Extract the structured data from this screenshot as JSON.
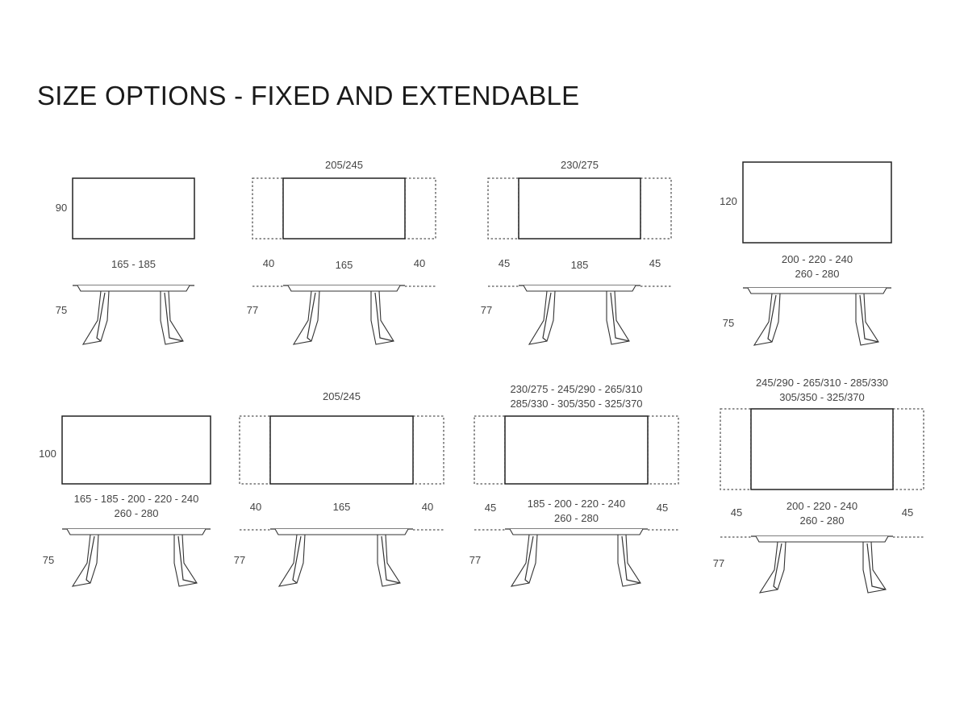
{
  "title": "SIZE OPTIONS - FIXED AND EXTENDABLE",
  "tables": [
    {
      "id": "t1",
      "kind": "fixed",
      "top_labels": [],
      "height": "90",
      "width_lines": [
        "165 - 185"
      ],
      "extensions": [],
      "leg_height": "75"
    },
    {
      "id": "t2",
      "kind": "extendable",
      "top_labels": [
        "205/245"
      ],
      "height": "",
      "width_lines": [
        "165"
      ],
      "extensions": [
        "40",
        "40"
      ],
      "leg_height": "77"
    },
    {
      "id": "t3",
      "kind": "extendable",
      "top_labels": [
        "230/275"
      ],
      "height": "",
      "width_lines": [
        "185"
      ],
      "extensions": [
        "45",
        "45"
      ],
      "leg_height": "77"
    },
    {
      "id": "t4",
      "kind": "fixed",
      "top_labels": [],
      "height": "120",
      "width_lines": [
        "200 - 220 - 240",
        "260 - 280"
      ],
      "extensions": [],
      "leg_height": "75"
    },
    {
      "id": "t5",
      "kind": "fixed",
      "top_labels": [],
      "height": "100",
      "width_lines": [
        "165 - 185 - 200 - 220 - 240",
        "260 - 280"
      ],
      "extensions": [],
      "leg_height": "75"
    },
    {
      "id": "t6",
      "kind": "extendable",
      "top_labels": [
        "205/245"
      ],
      "height": "",
      "width_lines": [
        "165"
      ],
      "extensions": [
        "40",
        "40"
      ],
      "leg_height": "77"
    },
    {
      "id": "t7",
      "kind": "extendable",
      "top_labels": [
        "230/275 -  245/290 - 265/310",
        "285/330 - 305/350 - 325/370"
      ],
      "height": "",
      "width_lines": [
        "185 - 200 - 220 - 240",
        "260 - 280"
      ],
      "extensions": [
        "45",
        "45"
      ],
      "leg_height": "77"
    },
    {
      "id": "t8",
      "kind": "extendable",
      "top_labels": [
        "245/290 - 265/310 - 285/330",
        "305/350 - 325/370"
      ],
      "height": "",
      "width_lines": [
        "200 - 220 - 240",
        "260 - 280"
      ],
      "extensions": [
        "45",
        "45"
      ],
      "leg_height": "77"
    }
  ]
}
